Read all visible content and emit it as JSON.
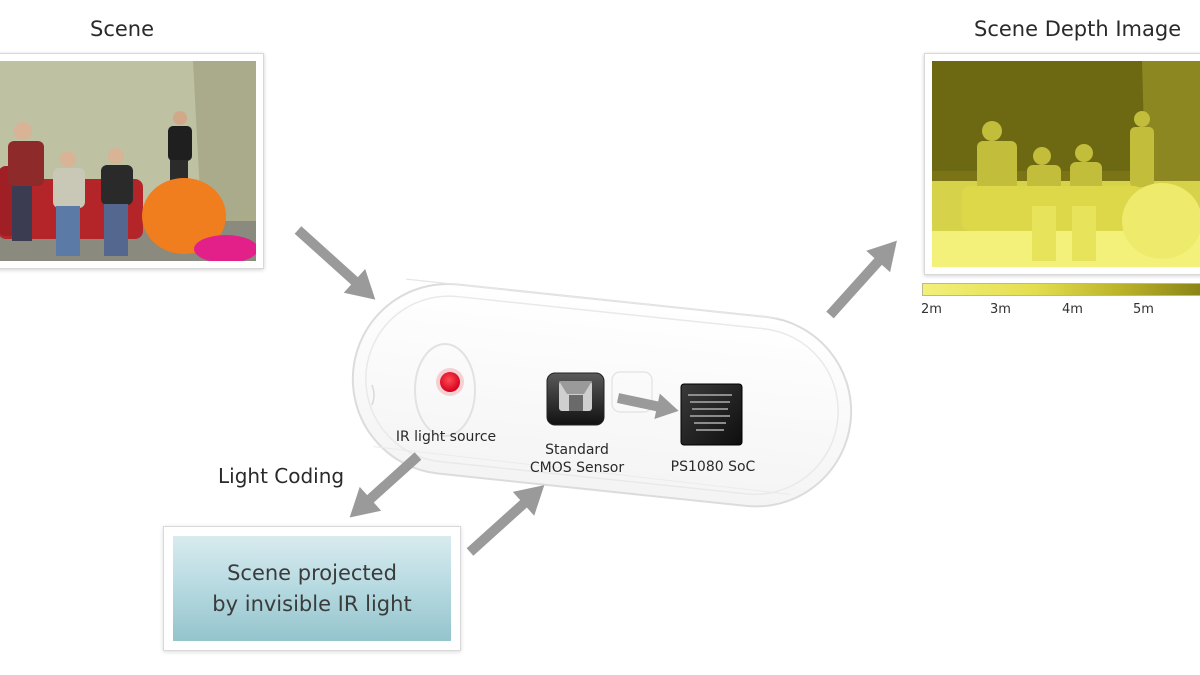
{
  "scene_title": "Scene",
  "depth_title": "Scene Depth Image",
  "depth_scale": {
    "ticks": [
      "2m",
      "3m",
      "4m",
      "5m"
    ]
  },
  "device": {
    "ir_source_label": "IR light source",
    "cmos_label_line1": "Standard",
    "cmos_label_line2": "CMOS Sensor",
    "soc_label": "PS1080 SoC"
  },
  "light_coding_label": "Light Coding",
  "projection_box": {
    "line1": "Scene projected",
    "line2": "by invisible IR light"
  },
  "colors": {
    "arrow": "#9a9a9a",
    "ir_dot": "#e8001c",
    "depth_base": "#f0ee6e",
    "projection_fill": "#b9dbe2"
  }
}
